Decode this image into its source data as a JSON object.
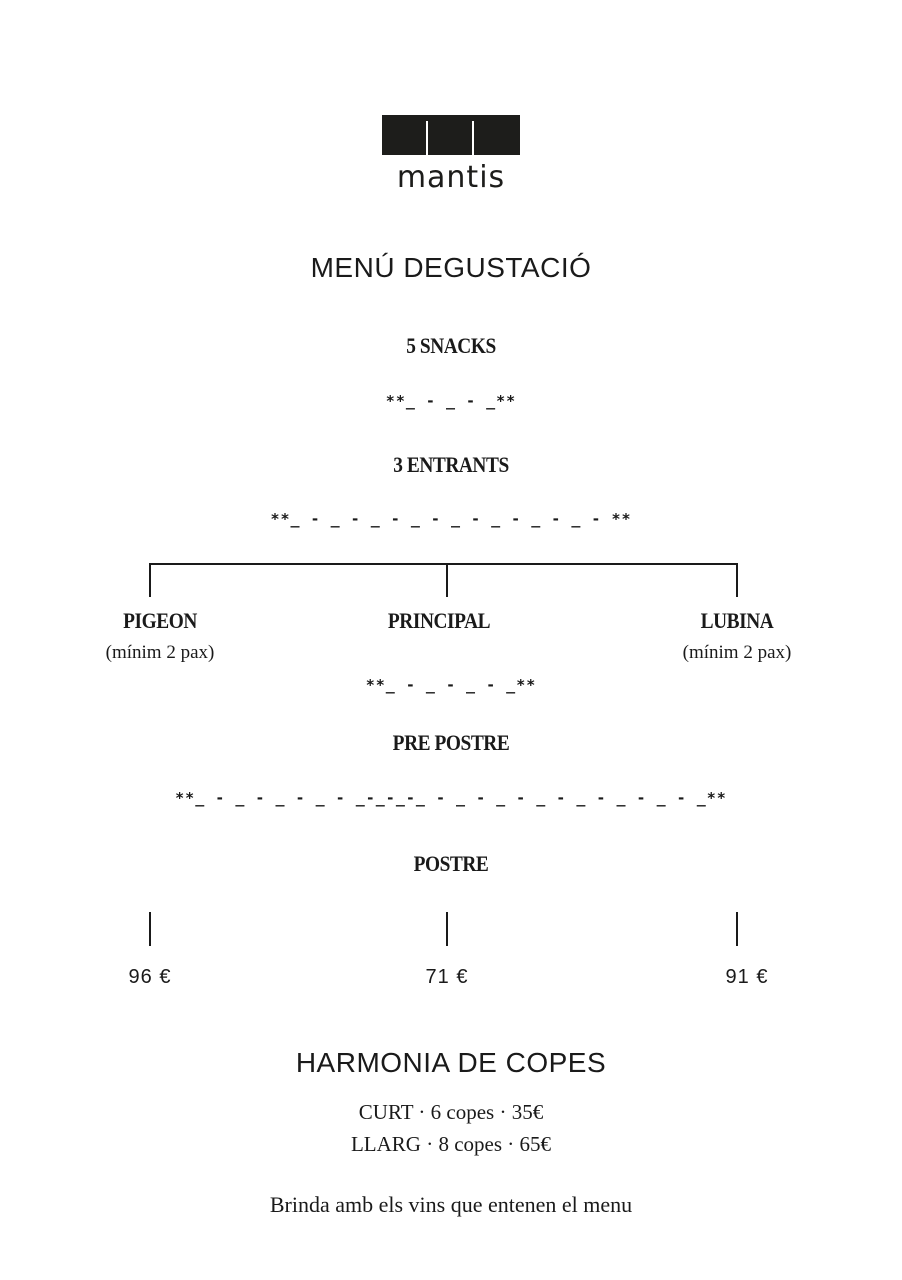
{
  "brand": {
    "name": "mantis"
  },
  "menu": {
    "title": "MENÚ DEGUSTACIÓ",
    "courses": {
      "snacks": "5 SNACKS",
      "entrants": "3 ENTRANTS",
      "pre_postre": "PRE POSTRE",
      "postre": "POSTRE"
    },
    "separators": {
      "s1": "**_ - _ - _**",
      "s2": "**_ - _ - _ - _ - _ - _ - _ - _ - **",
      "s3": "**_ - _ - _ - _**",
      "s4": "**_ - _ - _ - _ - _-_-_-_ - _ - _ - _ - _ - _ - _ - _**"
    },
    "options": [
      {
        "name": "PIGEON",
        "note": "(mínim 2 pax)",
        "price": "96 €"
      },
      {
        "name": "PRINCIPAL",
        "note": "",
        "price": "71 €"
      },
      {
        "name": "LUBINA",
        "note": "(mínim 2 pax)",
        "price": "91 €"
      }
    ]
  },
  "pairing": {
    "title": "HARMONIA DE COPES",
    "lines": [
      "CURT · 6 copes · 35€",
      "LLARG · 8 copes · 65€"
    ],
    "tagline": "Brinda amb els vins que entenen el menu"
  }
}
